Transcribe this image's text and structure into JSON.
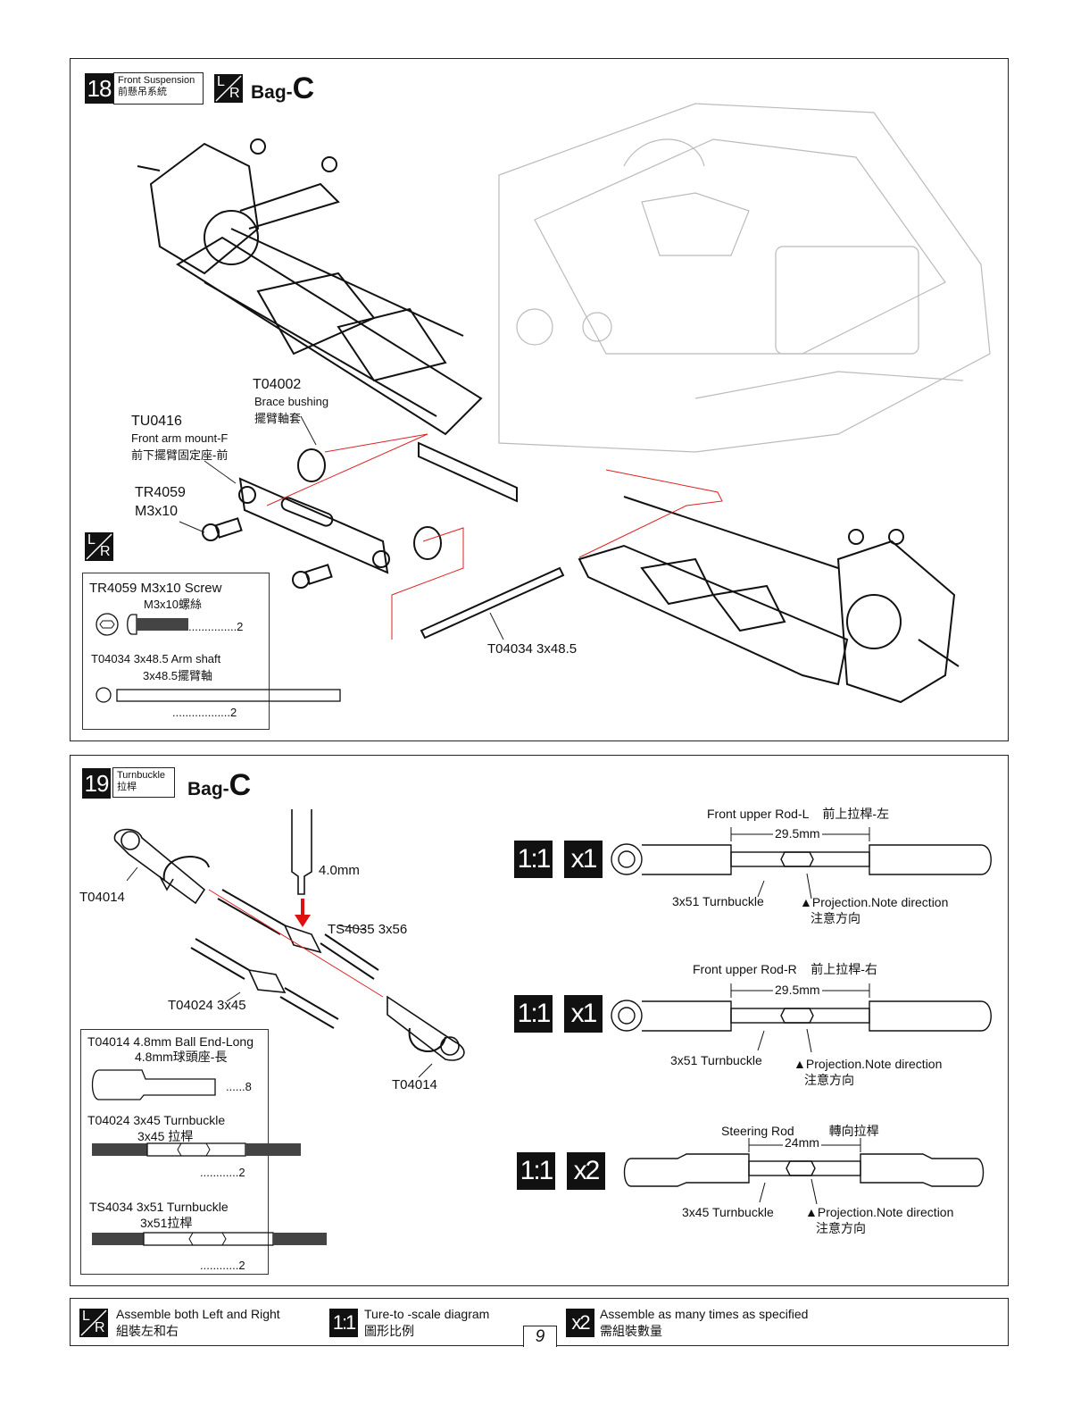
{
  "step18": {
    "number": "18",
    "title_en": "Front Suspension",
    "title_zh": "前懸吊系統",
    "lr": "L/R",
    "bag_prefix": "Bag-",
    "bag_letter": "C",
    "callouts": {
      "t04002_code": "T04002",
      "t04002_name_en": "Brace bushing",
      "t04002_name_zh": "擺臂軸套",
      "tu0416_code": "TU0416",
      "tu0416_name_en": "Front arm mount-F",
      "tu0416_name_zh": "前下擺臂固定座-前",
      "tr4059_code": "TR4059",
      "tr4059_size": "M3x10",
      "t04034_label": "T04034 3x48.5"
    },
    "parts_box": {
      "screw_title": "TR4059  M3x10 Screw",
      "screw_zh": "M3x10螺絲",
      "screw_qty": "...............2",
      "shaft_title": "T04034  3x48.5 Arm shaft",
      "shaft_zh": "3x48.5擺臂軸",
      "shaft_qty": "..................2"
    }
  },
  "step19": {
    "number": "19",
    "title_en": "Turnbuckle",
    "title_zh": "拉桿",
    "bag_prefix": "Bag-",
    "bag_letter": "C",
    "callouts": {
      "wrench": "4.0mm",
      "t04014_left": "T04014",
      "ts4035": "TS4035 3x56",
      "t04024": "T04024 3x45",
      "t04014_right": "T04014"
    },
    "parts_box": {
      "ball_end_title": "T04014 4.8mm Ball End-Long",
      "ball_end_zh": "4.8mm球頭座-長",
      "ball_end_qty": "......8",
      "tb45_title": "T04024 3x45 Turnbuckle",
      "tb45_zh": "3x45  拉桿",
      "tb45_qty": "............2",
      "tb51_title": "TS4034 3x51 Turnbuckle",
      "tb51_zh": "3x51拉桿",
      "tb51_qty": "............2"
    },
    "rods": [
      {
        "title": "Front upper Rod-L    前上拉桿-左",
        "scale": "1:1",
        "count": "x1",
        "length": "29.5mm",
        "part": "3x51 Turnbuckle",
        "note_en": "▲Projection.Note direction",
        "note_zh": "注意方向"
      },
      {
        "title": "Front upper Rod-R    前上拉桿-右",
        "scale": "1:1",
        "count": "x1",
        "length": "29.5mm",
        "part": "3x51 Turnbuckle",
        "note_en": "▲Projection.Note direction",
        "note_zh": "注意方向"
      },
      {
        "title": "Steering Rod          轉向拉桿",
        "scale": "1:1",
        "count": "x2",
        "length": "24mm",
        "part": "3x45 Turnbuckle",
        "note_en": "▲Projection.Note direction",
        "note_zh": "注意方向"
      }
    ]
  },
  "legend": {
    "lr_en": "Assemble both Left and Right",
    "lr_zh": "組裝左和右",
    "scale_badge": "1:1",
    "scale_en": "Ture-to -scale diagram",
    "scale_zh": "圖形比例",
    "count_badge": "x2",
    "count_en": "Assemble as many times as specified",
    "count_zh": "需組裝數量",
    "page_number": "9"
  }
}
